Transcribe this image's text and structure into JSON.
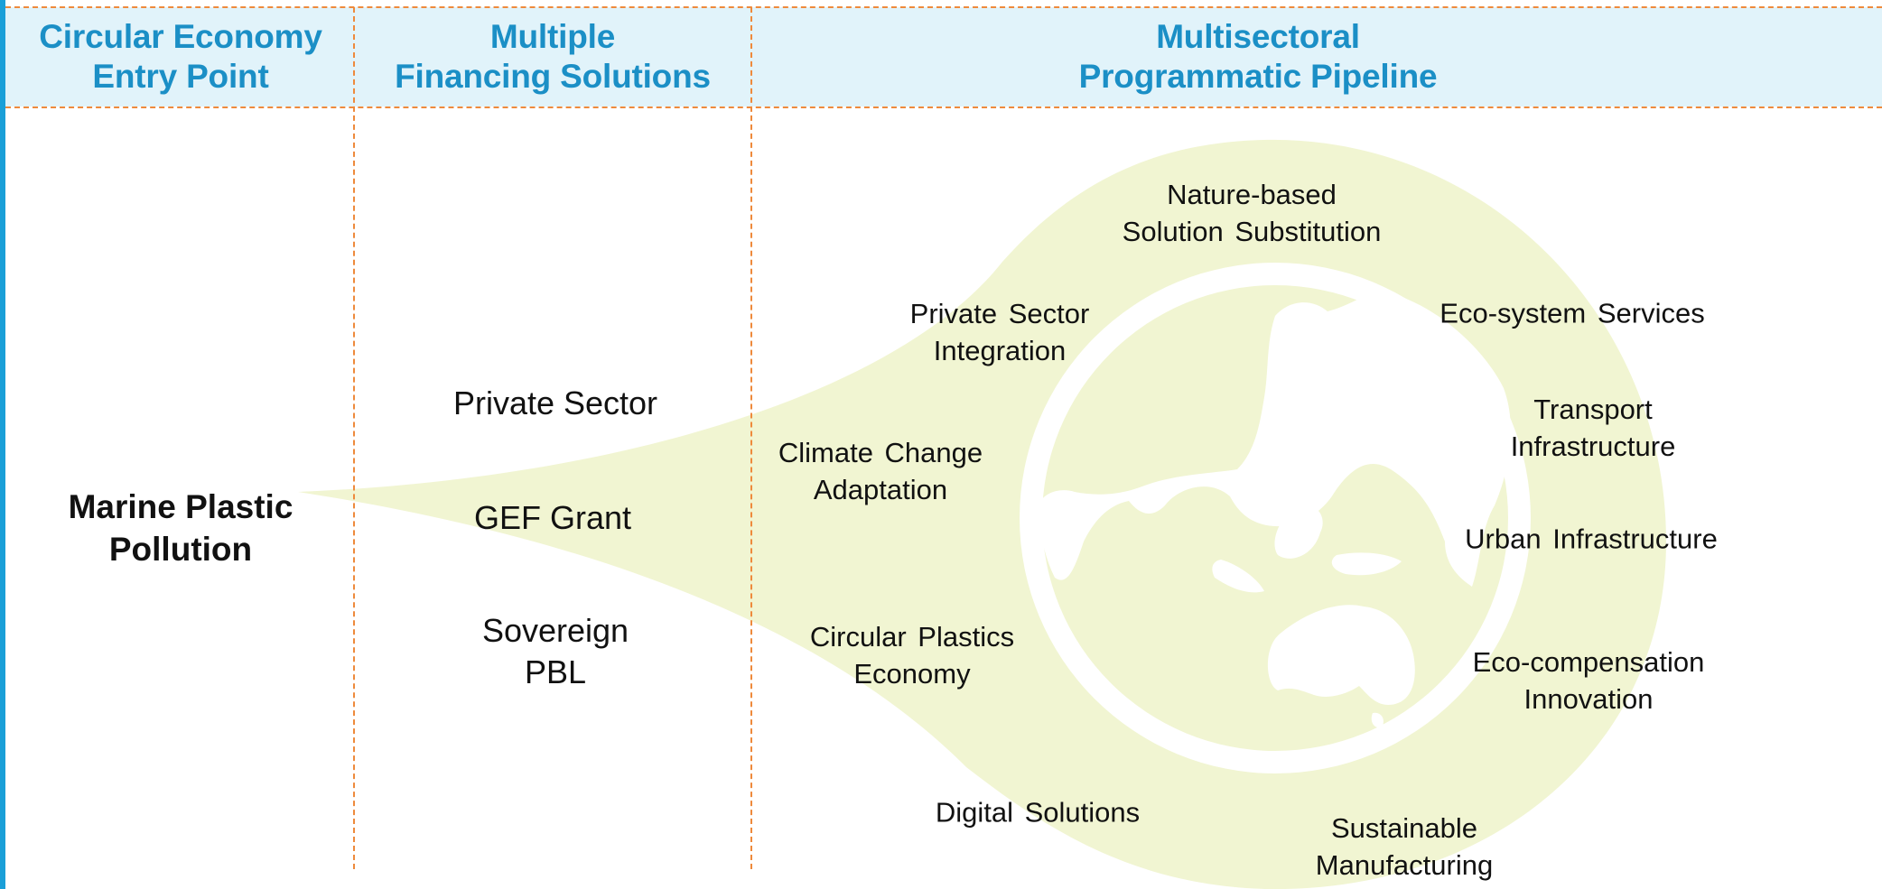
{
  "colors": {
    "accent_blue": "#1b8fc6",
    "header_bg": "#e1f3fa",
    "divider_orange": "#ee8a3c",
    "bubble_fill": "#f1f5d2",
    "text": "#111111"
  },
  "headers": {
    "entry_point": "Circular Economy\nEntry Point",
    "financing": "Multiple\nFinancing Solutions",
    "pipeline": "Multisectoral\nProgrammatic Pipeline"
  },
  "entry_point": {
    "label": "Marine Plastic\nPollution"
  },
  "financing": {
    "items": [
      "Private Sector",
      "GEF Grant",
      "Sovereign\nPBL"
    ]
  },
  "pipeline": {
    "center_icon": "globe-icon",
    "items": [
      "Nature-based\nSolution  Substitution",
      "Private  Sector\nIntegration",
      "Eco-system  Services",
      "Transport\nInfrastructure",
      "Climate  Change\nAdaptation",
      "Urban  Infrastructure",
      "Circular  Plastics\nEconomy",
      "Eco-compensation\nInnovation",
      "Digital  Solutions",
      "Sustainable\nManufacturing"
    ]
  }
}
